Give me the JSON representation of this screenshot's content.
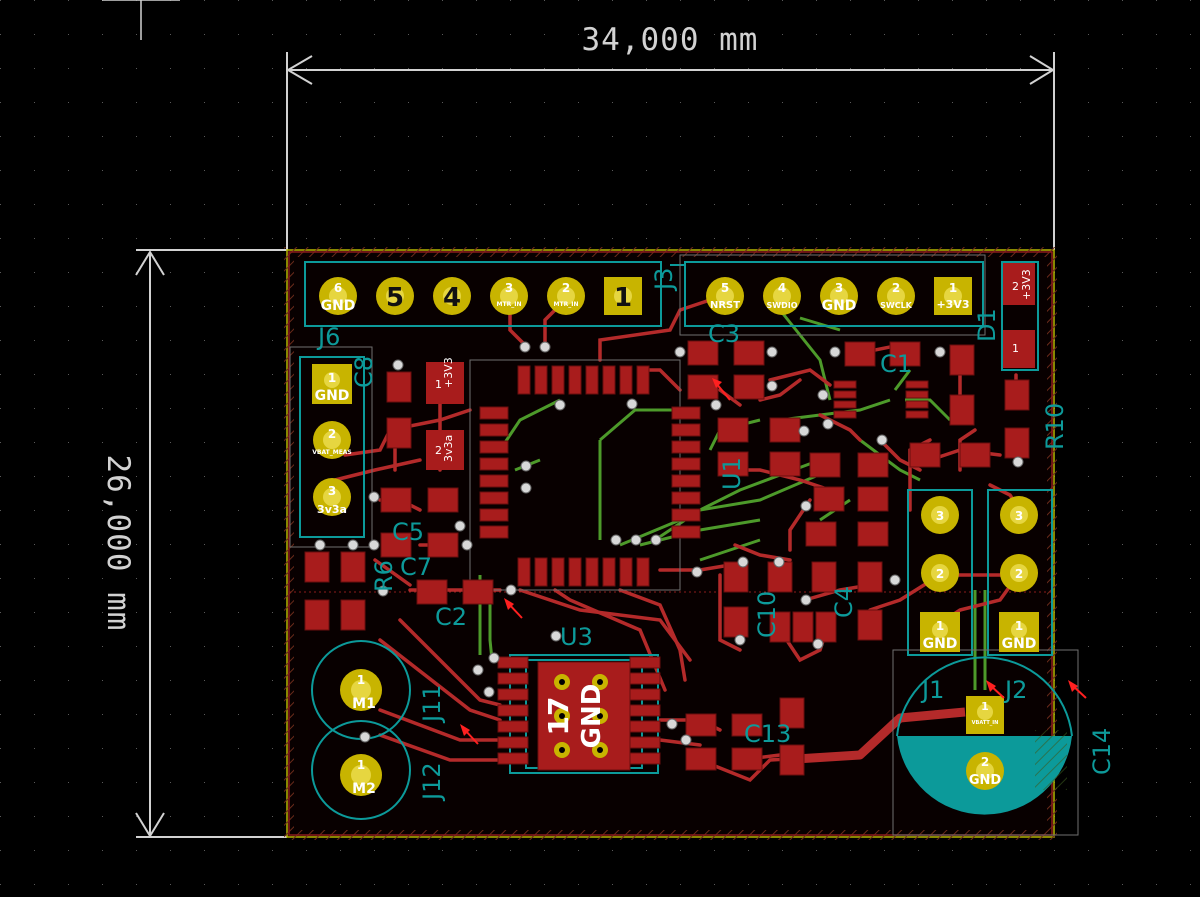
{
  "dimensions": {
    "width": "34,000 mm",
    "height": "26,000 mm"
  },
  "refs": {
    "J6": "J6",
    "J3": "J3",
    "C8": "C8",
    "C5": "C5",
    "C7": "C7",
    "R6": "R6",
    "C2": "C2",
    "U3": "U3",
    "J11": "J11",
    "J12": "J12",
    "J1": "J1",
    "J2": "J2",
    "C14": "C14",
    "D1": "D1",
    "R10": "R10",
    "C3": "C3",
    "U1": "U1",
    "C1": "C1",
    "C4": "C4",
    "C13": "C13",
    "C10": "C10"
  },
  "j6_pads": [
    {
      "num": "6",
      "net": "GND"
    },
    {
      "num": "5",
      "net": ""
    },
    {
      "num": "4",
      "net": ""
    },
    {
      "num": "3",
      "net": "MTR_IN"
    },
    {
      "num": "2",
      "net": "MTR_IN"
    },
    {
      "num": "1",
      "net": ""
    }
  ],
  "swd_pads": [
    {
      "num": "5",
      "net": "NRST"
    },
    {
      "num": "4",
      "net": "SWDIO"
    },
    {
      "num": "3",
      "net": "GND"
    },
    {
      "num": "2",
      "net": "SWCLK"
    },
    {
      "num": "1",
      "net": "+3V3"
    }
  ],
  "left_pads": [
    {
      "num": "1",
      "net": "GND"
    },
    {
      "num": "2",
      "net": "VBAT_MEAS"
    },
    {
      "num": "3",
      "net": "3v3a"
    }
  ],
  "j1_pads": [
    {
      "num": "3",
      "net": ""
    },
    {
      "num": "2",
      "net": ""
    },
    {
      "num": "1",
      "net": "GND"
    }
  ],
  "j2_pads": [
    {
      "num": "3",
      "net": ""
    },
    {
      "num": "2",
      "net": ""
    },
    {
      "num": "1",
      "net": "GND"
    }
  ],
  "motor_pads": [
    {
      "num": "1",
      "net": "M1"
    },
    {
      "num": "1",
      "net": "M2"
    }
  ],
  "c14_pads": [
    {
      "num": "1",
      "net": "VBATT_IN"
    },
    {
      "num": "2",
      "net": "GND"
    }
  ],
  "smd_labels": {
    "c8_p1": "1",
    "c8_p1_net": "+3V3",
    "c8_p2": "2",
    "c8_p2_net": "3v3a",
    "d1_p2": "2",
    "d1_p2_net": "+3V3",
    "d1_p1": "1"
  },
  "u3_pad": {
    "num": "17",
    "net": "GND"
  },
  "colors": {
    "background": "#000000",
    "front_copper": "#c83434",
    "front_copper_dark": "#8c1c1c",
    "back_copper": "#4d9a2a",
    "pad_gold": "#c8b400",
    "silkscreen": "#0c9a9a",
    "dimension": "#d2d2d2",
    "edge_cuts": "#d0d000",
    "marker_red": "#ff2020"
  }
}
